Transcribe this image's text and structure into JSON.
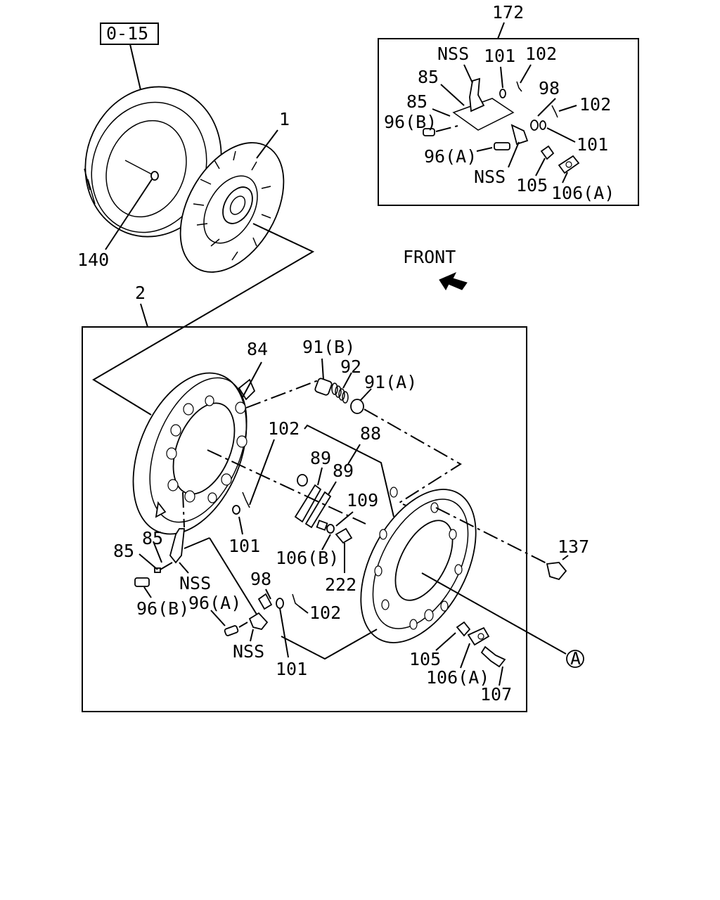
{
  "diagram": {
    "ref_box": "0-15",
    "front_label": "FRONT",
    "circle_ref": "A",
    "labels": {
      "l172": "172",
      "l1": "1",
      "l140": "140",
      "l2": "2",
      "inset_nss_top": "NSS",
      "inset_101_top": "101",
      "inset_102_top": "102",
      "inset_85_a": "85",
      "inset_85_b": "85",
      "inset_98": "98",
      "inset_102_right": "102",
      "inset_96b": "96(B)",
      "inset_101_right": "101",
      "inset_96a": "96(A)",
      "inset_nss_bottom": "NSS",
      "inset_105": "105",
      "inset_106a": "106(A)",
      "l84": "84",
      "l91b": "91(B)",
      "l92": "92",
      "l91a": "91(A)",
      "l102_mid": "102",
      "l88": "88",
      "l89_a": "89",
      "l89_b": "89",
      "l109": "109",
      "l101_mid": "101",
      "l106b": "106(B)",
      "l85_a": "85",
      "l85_b": "85",
      "l137": "137",
      "l222": "222",
      "l_nss_mid": "NSS",
      "l98": "98",
      "l96b": "96(B)",
      "l96a": "96(A)",
      "l102_low": "102",
      "l_nss_low": "NSS",
      "l101_low": "101",
      "l105": "105",
      "l106a": "106(A)",
      "l107": "107"
    }
  }
}
